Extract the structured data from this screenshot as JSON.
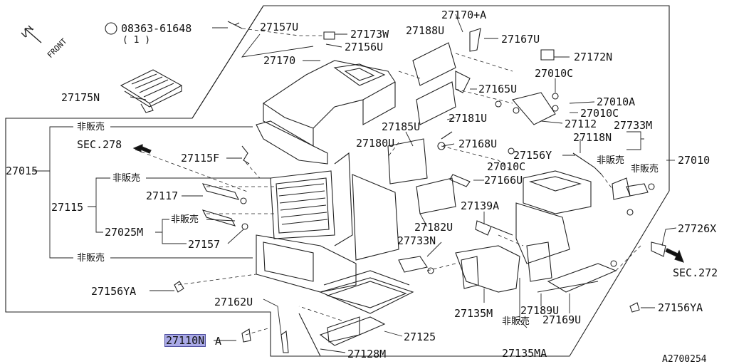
{
  "diagram": {
    "code_bottom_right": "A2700254",
    "front_label": "FRONT",
    "sec_left": "SEC.278",
    "sec_right": "SEC.272",
    "not_for_sale": "非販売",
    "highlight_color": "#a9a9e6",
    "parts": {
      "p08363": "08363-61648",
      "p08363_qty": "( 1 )",
      "p27157U": "27157U",
      "p27173W": "27173W",
      "p27156U": "27156U",
      "p27170": "27170",
      "p27170A": "27170+A",
      "p27188U": "27188U",
      "p27167U": "27167U",
      "p27172N": "27172N",
      "p27175N": "27175N",
      "p27010C_a": "27010C",
      "p27010A": "27010A",
      "p27010C_b": "27010C",
      "p27165U": "27165U",
      "p27181U": "27181U",
      "p27185U": "27185U",
      "p27112": "27112",
      "p27118N": "27118N",
      "p27733M": "27733M",
      "p27180U": "27180U",
      "p27168U": "27168U",
      "p27115F": "27115F",
      "p27156Y": "27156Y",
      "p27010": "27010",
      "p27015": "27015",
      "p27010C_c": "27010C",
      "p27166U": "27166U",
      "p27117": "27117",
      "p27115": "27115",
      "p27139A": "27139A",
      "p27025M": "27025M",
      "p27182U": "27182U",
      "p27157": "27157",
      "p27733N": "27733N",
      "p27726X": "27726X",
      "p27156YA_l": "27156YA",
      "p27135M": "27135M",
      "p27162U": "27162U",
      "p27189U": "27189U",
      "p27156YA_r": "27156YA",
      "p27169U": "27169U",
      "p27125": "27125",
      "p27110NA": "27110NA",
      "p27128M": "27128M",
      "p27135MA": "27135MA"
    }
  }
}
